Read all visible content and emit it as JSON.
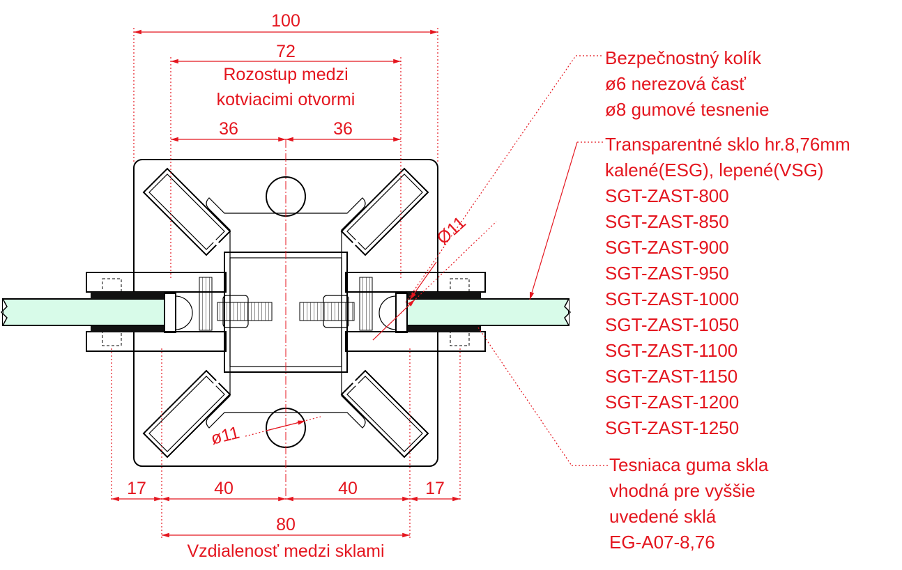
{
  "dimensions": {
    "top_total": "100",
    "hole_spacing": "72",
    "hole_spacing_caption_1": "Rozostup medzi",
    "hole_spacing_caption_2": "kotviacimi otvormi",
    "half_left": "36",
    "half_right": "36",
    "diameter_upper": "Ø11",
    "diameter_lower": "ø11",
    "bottom_left_edge": "17",
    "bottom_left_half": "40",
    "bottom_right_half": "40",
    "bottom_right_edge": "17",
    "glass_distance": "80",
    "glass_distance_caption": "Vzdialenosť medzi sklami"
  },
  "callouts": {
    "pin": [
      "Bezpečnostný kolík",
      "ø6 nerezová časť",
      "ø8 gumové tesnenie"
    ],
    "glass": [
      "Transparentné sklo hr.8,76mm",
      "kalené(ESG), lepené(VSG)",
      "SGT-ZAST-800",
      "SGT-ZAST-850",
      "SGT-ZAST-900",
      "SGT-ZAST-950",
      "SGT-ZAST-1000",
      "SGT-ZAST-1050",
      "SGT-ZAST-1100",
      "SGT-ZAST-1150",
      "SGT-ZAST-1200",
      "SGT-ZAST-1250"
    ],
    "gasket": [
      "Tesniaca guma skla",
      "vhodná pre vyššie",
      "uvedené sklá",
      "EG-A07-8,76"
    ]
  },
  "colors": {
    "annotation": "#e4161f",
    "glass": "#d8fbe9",
    "outline": "#000000"
  }
}
